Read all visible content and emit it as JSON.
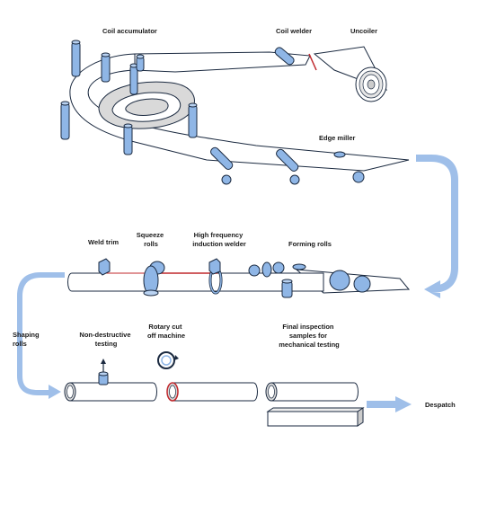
{
  "labels": {
    "coil_accumulator": "Coil accumulator",
    "coil_welder": "Coil welder",
    "uncoiler": "Uncoiler",
    "edge_miller": "Edge miller",
    "weld_trim": "Weld trim",
    "squeeze_rolls_1": "Squeeze",
    "squeeze_rolls_2": "rolls",
    "hf_welder_1": "High frequency",
    "hf_welder_2": "induction welder",
    "forming_rolls": "Forming rolls",
    "shaping_rolls_1": "Shaping",
    "shaping_rolls_2": "rolls",
    "ndt_1": "Non-destructive",
    "ndt_2": "testing",
    "rotary_1": "Rotary cut",
    "rotary_2": "off machine",
    "final_1": "Final inspection",
    "final_2": "samples for",
    "final_3": "mechanical testing",
    "despatch": "Despatch"
  },
  "colors": {
    "roll_blue": "#8fb6e6",
    "flow_arrow": "#9fbfe9",
    "outline": "#1b2a40",
    "weld_red": "#c0282d"
  }
}
